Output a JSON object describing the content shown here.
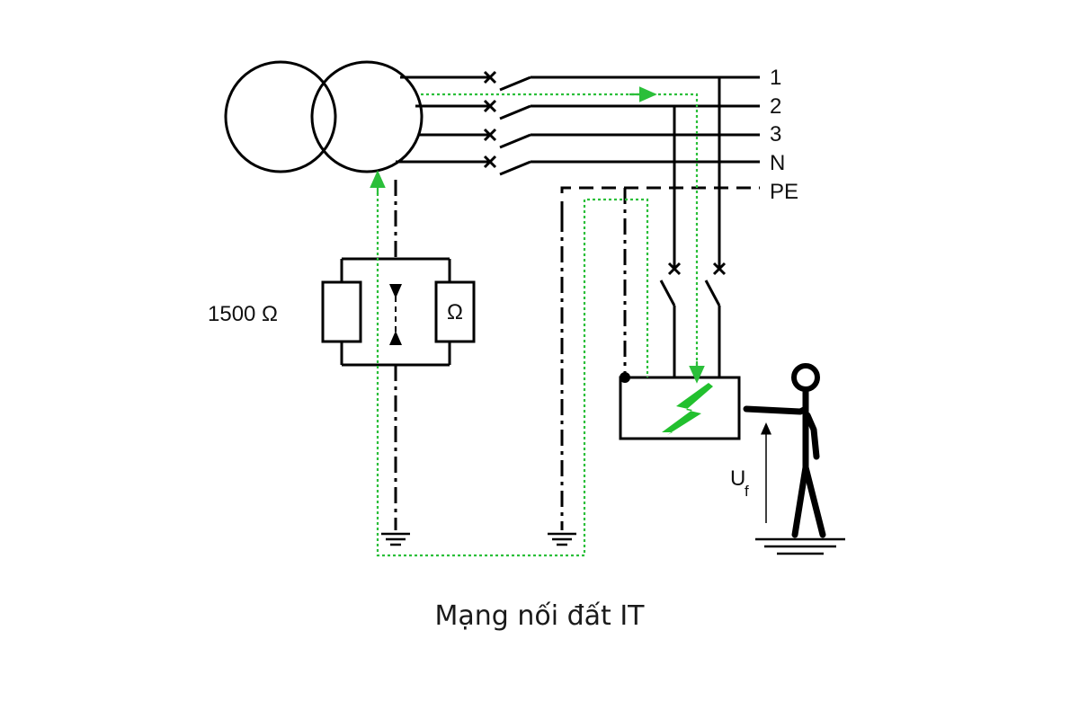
{
  "diagram": {
    "lines": [
      "1",
      "2",
      "3",
      "N",
      "PE"
    ],
    "resistor_label": "1500 Ω",
    "ohm_meter_symbol": "Ω",
    "voltage_label_main": "U",
    "voltage_label_sub": "f",
    "colors": {
      "conductor": "#000000",
      "fault_path": "#2bbf3a",
      "fault_bolt": "#22c02e"
    }
  },
  "caption": "Mạng nối đất IT"
}
